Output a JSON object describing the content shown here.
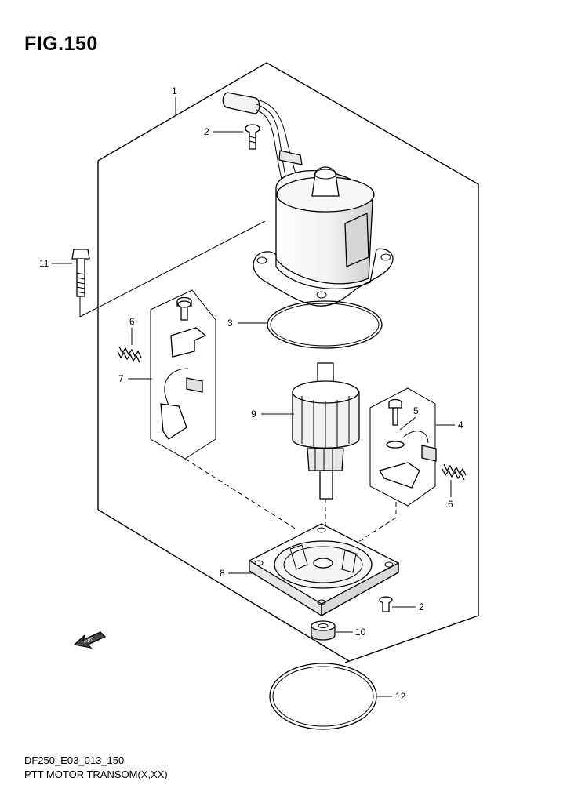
{
  "figure": {
    "title": "FIG.150",
    "code": "DF250_E03_013_150",
    "caption": "PTT MOTOR TRANSOM(X,XX)"
  },
  "callouts": [
    {
      "id": "c1",
      "label": "1"
    },
    {
      "id": "c2a",
      "label": "2"
    },
    {
      "id": "c2b",
      "label": "2"
    },
    {
      "id": "c3",
      "label": "3"
    },
    {
      "id": "c4",
      "label": "4"
    },
    {
      "id": "c5",
      "label": "5"
    },
    {
      "id": "c6a",
      "label": "6"
    },
    {
      "id": "c6b",
      "label": "6"
    },
    {
      "id": "c7",
      "label": "7"
    },
    {
      "id": "c8",
      "label": "8"
    },
    {
      "id": "c9",
      "label": "9"
    },
    {
      "id": "c10",
      "label": "10"
    },
    {
      "id": "c11",
      "label": "11"
    },
    {
      "id": "c12",
      "label": "12"
    }
  ],
  "fwd_arrow": {
    "label": "FWD",
    "icon": "fwd-arrow-icon"
  },
  "colors": {
    "line": "#000000",
    "fill": "#ffffff",
    "shade": "#d9d9d9"
  }
}
